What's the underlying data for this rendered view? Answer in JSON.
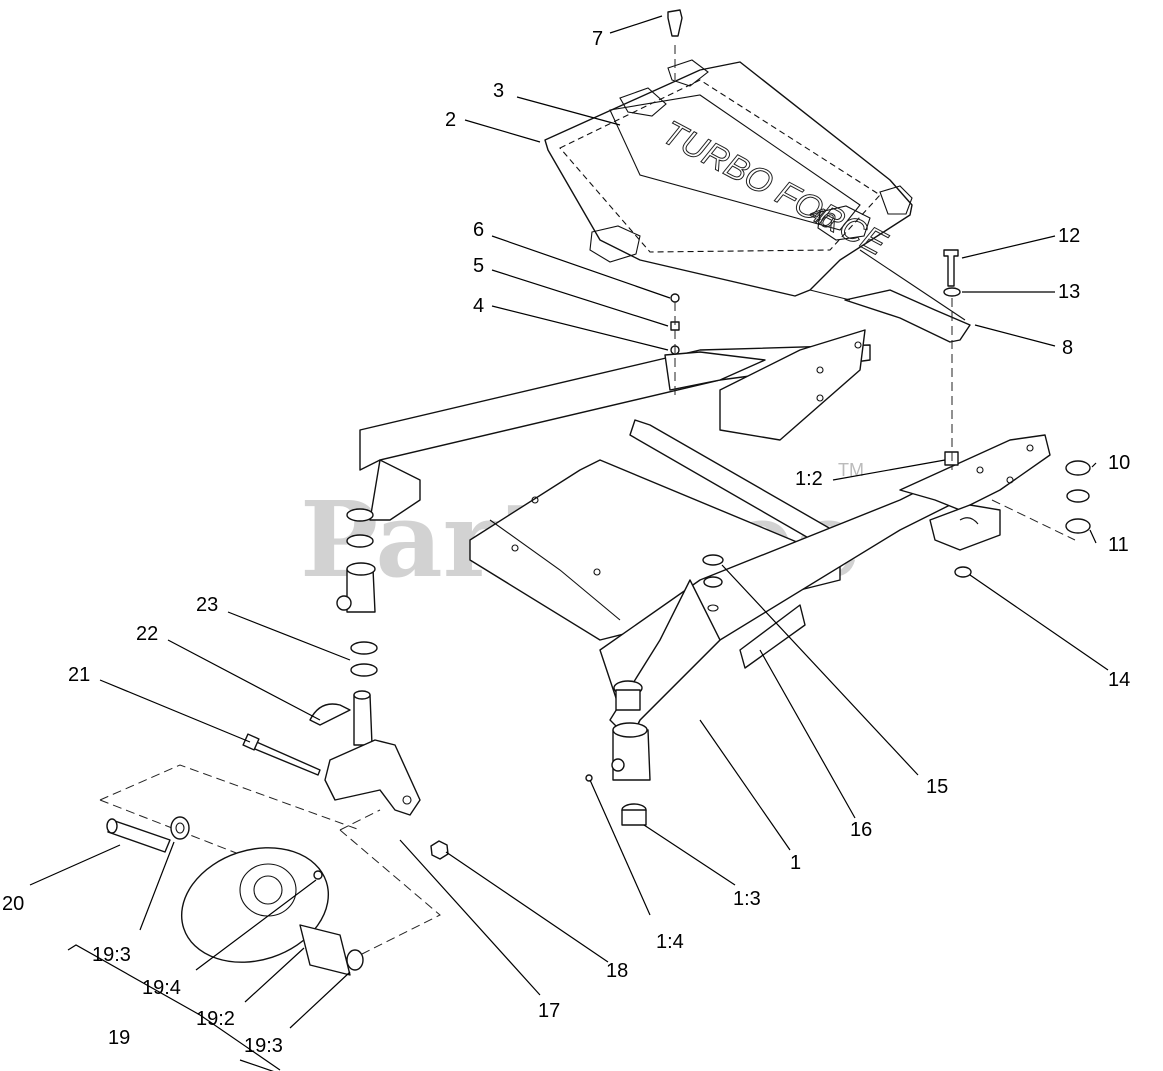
{
  "watermark": {
    "text": "PartsTree",
    "mark": "TM"
  },
  "decal": {
    "text": "TURBO FORCE",
    "sub": "40"
  },
  "callouts": {
    "c1": "1",
    "c1_2": "1:2",
    "c1_3": "1:3",
    "c1_4": "1:4",
    "c2": "2",
    "c3": "3",
    "c4": "4",
    "c5": "5",
    "c6": "6",
    "c7": "7",
    "c8": "8",
    "c10": "10",
    "c11": "11",
    "c12": "12",
    "c13": "13",
    "c14": "14",
    "c15": "15",
    "c16": "16",
    "c17": "17",
    "c18": "18",
    "c19": "19",
    "c19_2": "19:2",
    "c19_3a": "19:3",
    "c19_3b": "19:3",
    "c19_4": "19:4",
    "c20": "20",
    "c21": "21",
    "c22": "22",
    "c23": "23"
  }
}
